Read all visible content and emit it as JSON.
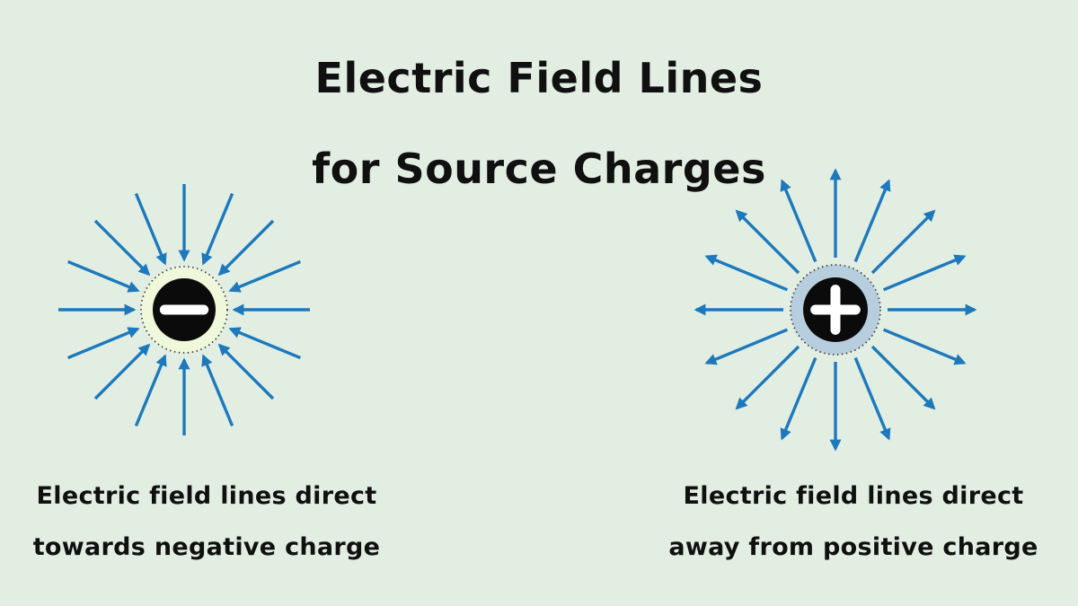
{
  "title": {
    "line1": "Electric Field Lines",
    "line2": "for Source Charges"
  },
  "colors": {
    "background": "#e3eee3",
    "arrow": "#1d79bc",
    "charge_fill": "#0b0b0b",
    "symbol": "#ffffff",
    "negative_halo": "#f0f8dc",
    "positive_halo": "#b7cede",
    "dotted_ring": "#444444",
    "text": "#101010"
  },
  "negative_figure": {
    "symbol": "−",
    "field_direction": "inward",
    "line_count": 16,
    "caption": {
      "line1": "Electric field lines direct",
      "line2": "towards negative charge"
    }
  },
  "positive_figure": {
    "symbol": "+",
    "field_direction": "outward",
    "line_count": 16,
    "caption": {
      "line1": "Electric field lines direct",
      "line2": "away from positive charge"
    }
  }
}
